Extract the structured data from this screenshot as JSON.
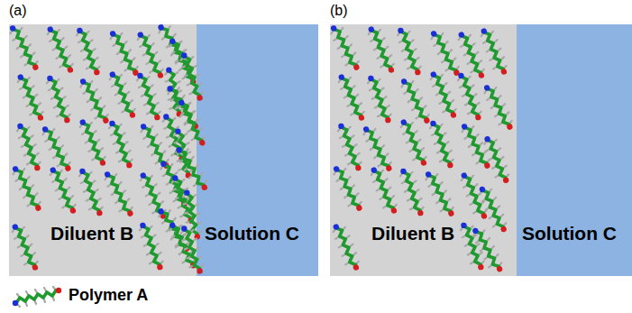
{
  "diagram": {
    "nodes": [
      {
        "text": [
          "Diluent B"
        ]
      },
      {
        "text": [
          "Solution C"
        ]
      },
      {
        "text": [
          "Diluent B"
        ]
      },
      {
        "text": [
          "Solution C"
        ]
      }
    ],
    "labels": [
      "(a)",
      "(b)"
    ],
    "legend": [
      {
        "text": "Polymer A"
      }
    ]
  }
}
